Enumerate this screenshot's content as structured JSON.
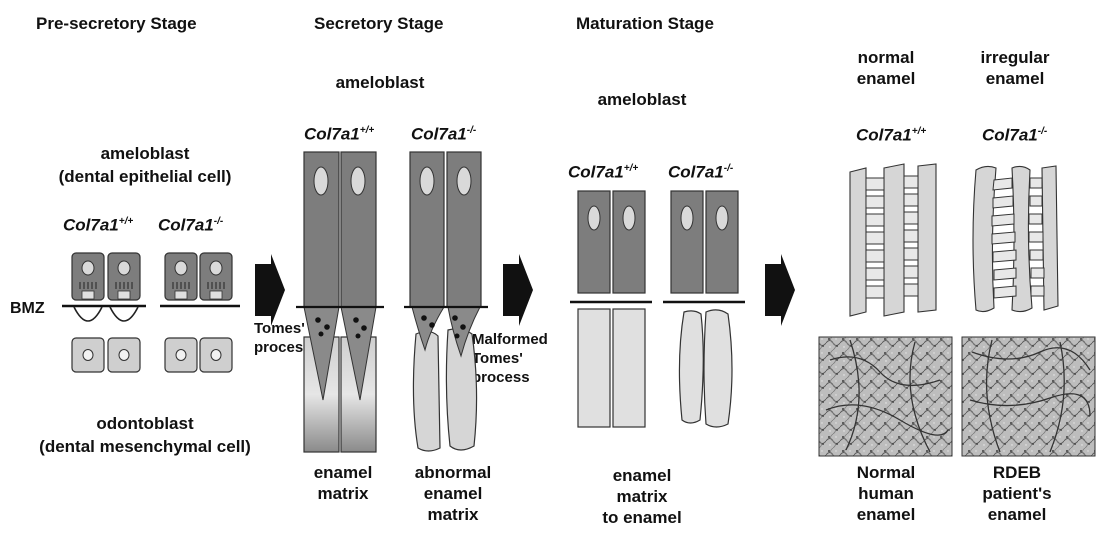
{
  "stages": {
    "pre_secretory": "Pre-secretory Stage",
    "secretory": "Secretory Stage",
    "maturation": "Maturation Stage"
  },
  "genotype": {
    "base": "Col7a1",
    "wild_sup": "+/+",
    "ko_sup": "-/-"
  },
  "pre_secretory": {
    "cell_top_line1": "ameloblast",
    "cell_top_line2": "(dental epithelial cell)",
    "bmz": "BMZ",
    "cell_bottom_line1": "odontoblast",
    "cell_bottom_line2": "(dental mesenchymal cell)"
  },
  "secretory": {
    "ameloblast": "ameloblast",
    "tomes_line1": "Tomes'",
    "tomes_line2": "process",
    "malformed_line1": "Malformed",
    "malformed_line2": "Tomes'",
    "malformed_line3": "process",
    "enamel_matrix_line1": "enamel",
    "enamel_matrix_line2": "matrix",
    "abnormal_line1": "abnormal",
    "abnormal_line2": "enamel",
    "abnormal_line3": "matrix"
  },
  "maturation": {
    "ameloblast": "ameloblast",
    "line1": "enamel",
    "line2": "matrix",
    "line3": "to enamel"
  },
  "final": {
    "normal_line1": "normal",
    "normal_line2": "enamel",
    "irregular_line1": "irregular",
    "irregular_line2": "enamel",
    "normal_human_line1": "Normal",
    "normal_human_line2": "human",
    "normal_human_line3": "enamel",
    "rdeb_line1": "RDEB",
    "rdeb_line2": "patient's",
    "rdeb_line3": "enamel"
  },
  "colors": {
    "cell_dark": "#7d7d7d",
    "cell_light": "#cfcfcf",
    "enamel_light": "#d6d6d6"
  }
}
